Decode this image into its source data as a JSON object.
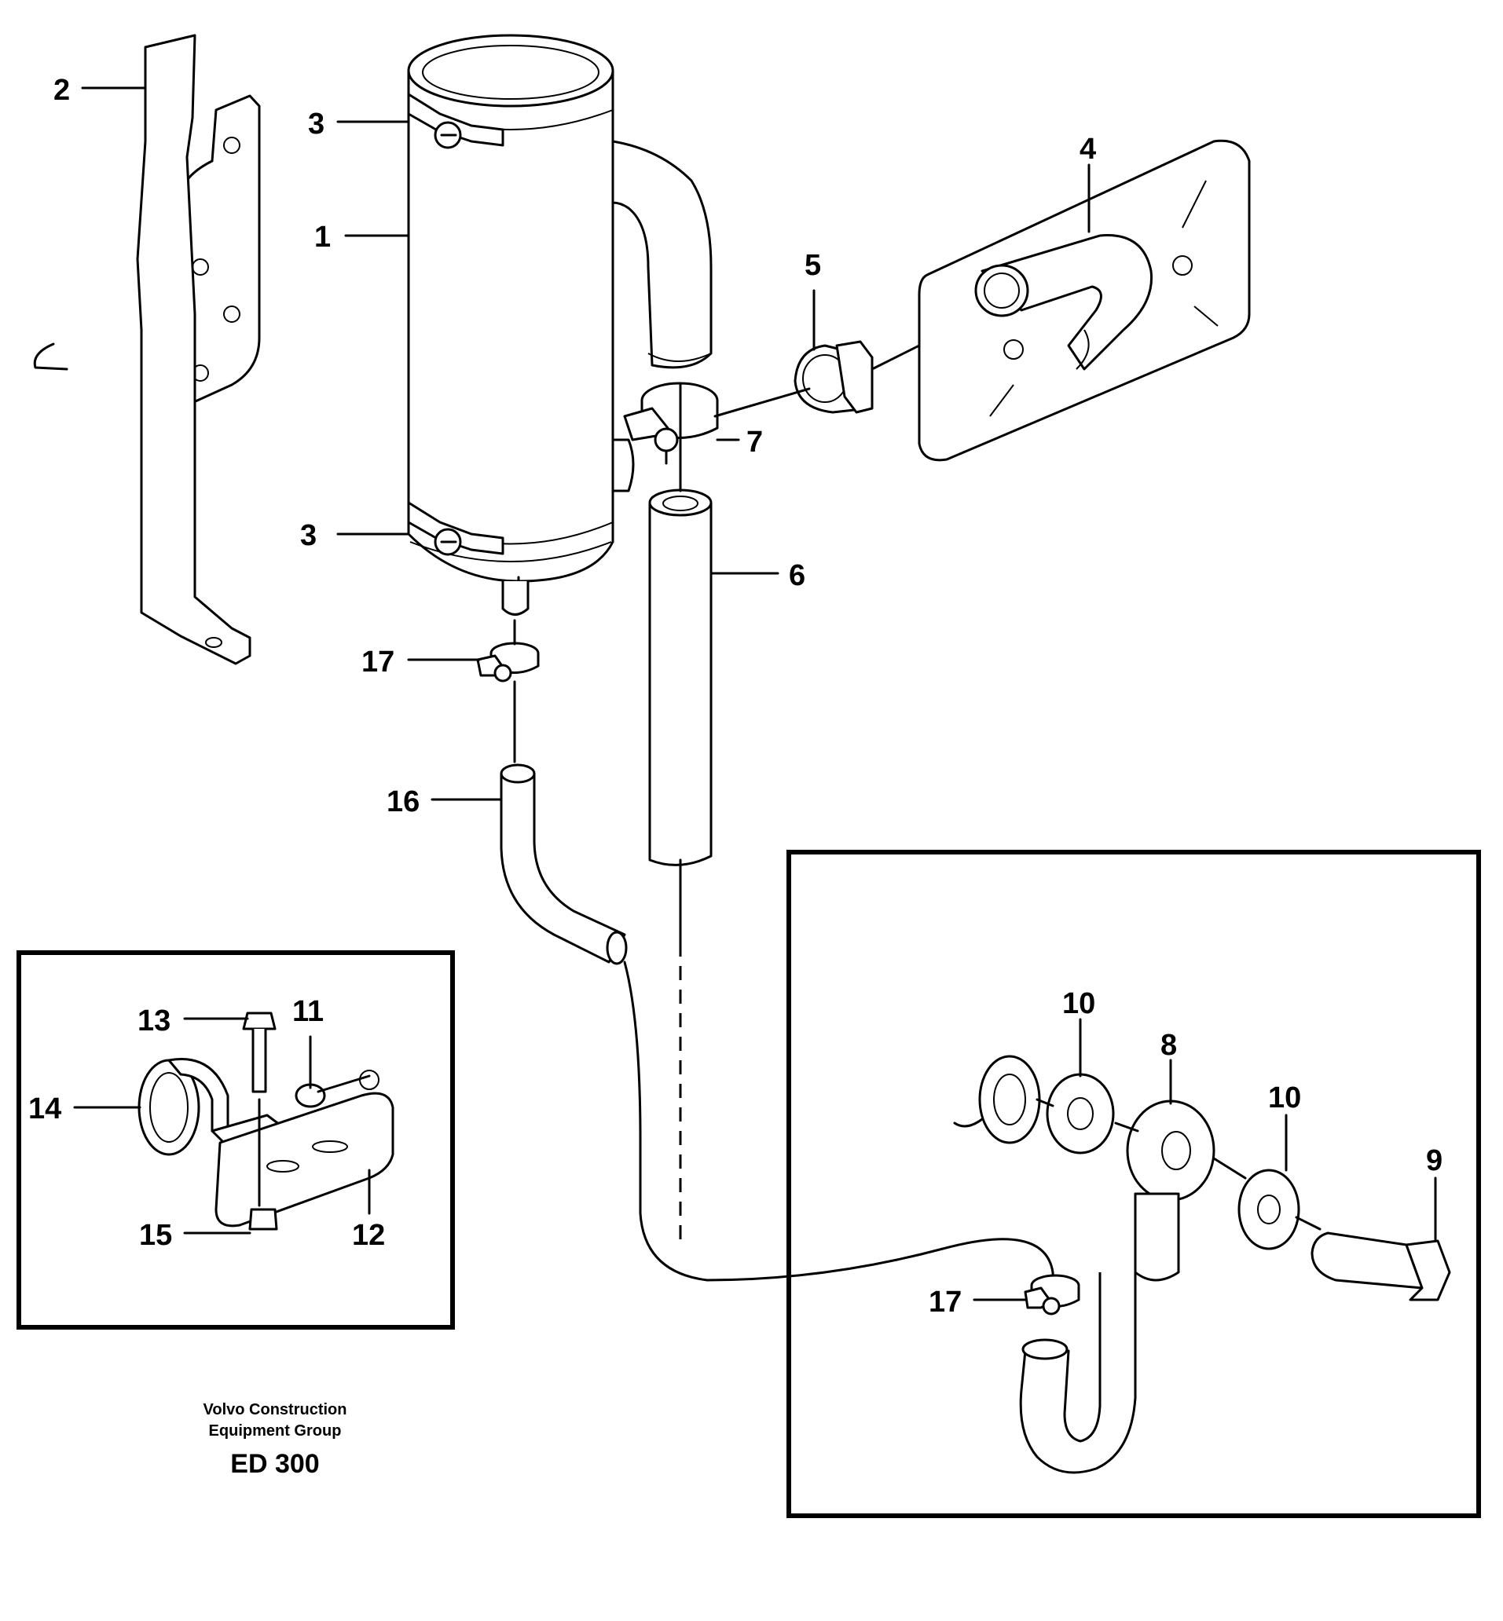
{
  "callouts": {
    "c1": "1",
    "c2": "2",
    "c3a": "3",
    "c3b": "3",
    "c4": "4",
    "c5": "5",
    "c6": "6",
    "c7": "7",
    "c8": "8",
    "c9": "9",
    "c10a": "10",
    "c10b": "10",
    "c11": "11",
    "c12": "12",
    "c13": "13",
    "c14": "14",
    "c15": "15",
    "c16": "16",
    "c17a": "17",
    "c17b": "17"
  },
  "footer": {
    "line1": "Volvo Construction",
    "line2": "Equipment Group",
    "code": "ED 300"
  }
}
